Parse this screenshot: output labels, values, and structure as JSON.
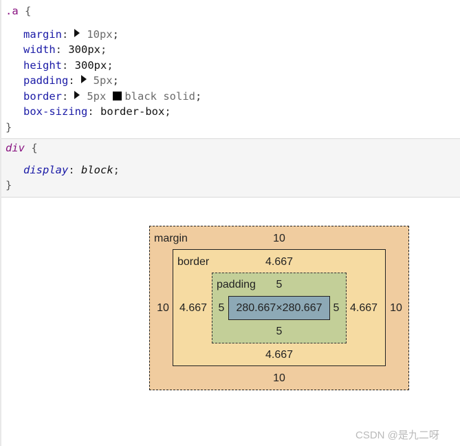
{
  "rules": [
    {
      "selector": ".a",
      "open": "{",
      "close": "}",
      "declarations": [
        {
          "prop": "margin",
          "value": "10px",
          "expandable": true,
          "dim": true
        },
        {
          "prop": "width",
          "value": "300px"
        },
        {
          "prop": "height",
          "value": "300px"
        },
        {
          "prop": "padding",
          "value": "5px",
          "expandable": true,
          "dim": true
        },
        {
          "prop": "border",
          "value_pre": "5px",
          "swatch_color": "#000000",
          "value_post": "black solid",
          "expandable": true,
          "dim": true
        },
        {
          "prop": "box-sizing",
          "value": "border-box"
        }
      ]
    },
    {
      "selector": "div",
      "open": "{",
      "close": "}",
      "user_agent": true,
      "declarations": [
        {
          "prop": "display",
          "value": "block"
        }
      ]
    }
  ],
  "box_model": {
    "margin": {
      "label": "margin",
      "top": "10",
      "right": "10",
      "bottom": "10",
      "left": "10",
      "color": "#f0cc9f"
    },
    "border": {
      "label": "border",
      "top": "4.667",
      "right": "4.667",
      "bottom": "4.667",
      "left": "4.667",
      "color": "#f6dba2"
    },
    "padding": {
      "label": "padding",
      "top": "5",
      "right": "5",
      "bottom": "5",
      "left": "5",
      "color": "#c3cf98"
    },
    "content": {
      "size": "280.667×280.667",
      "color": "#8da9b6"
    }
  },
  "watermark": "CSDN @是九二呀"
}
